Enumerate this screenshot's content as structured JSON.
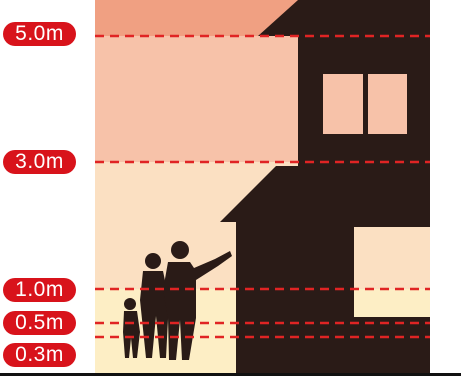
{
  "levels": [
    {
      "id": "5_0",
      "label": "5.0m",
      "height_m": 5.0
    },
    {
      "id": "3_0",
      "label": "3.0m",
      "height_m": 3.0
    },
    {
      "id": "1_0",
      "label": "1.0m",
      "height_m": 1.0
    },
    {
      "id": "0_5",
      "label": "0.5m",
      "height_m": 0.5
    },
    {
      "id": "0_3",
      "label": "0.3m",
      "height_m": 0.3
    }
  ],
  "colors": {
    "label_bg": "#d8131b",
    "label_text": "#ffffff",
    "dashed_line": "#e02424",
    "zone_top": "#f0a082",
    "zone_5_3": "#f7c2a9",
    "zone_3_1": "#fbe0c2",
    "zone_1_0": "#fdeec5",
    "silhouette": "#2a1b17"
  }
}
